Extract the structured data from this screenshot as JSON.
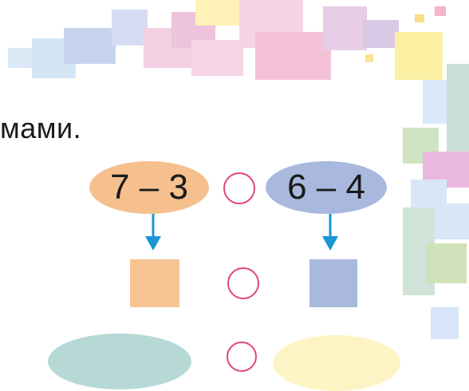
{
  "heading": {
    "text": "мами."
  },
  "row1": {
    "left_expression": "7 – 3",
    "right_expression": "6 – 4",
    "left_color": "#f5c08d",
    "right_color": "#a9b8dd"
  },
  "row2": {
    "left_square_color": "#f6c593",
    "right_square_color": "#a9b8dd"
  },
  "row3": {
    "left_oval_color": "#b6d9d6",
    "right_oval_color": "#fdf4c6"
  },
  "colors": {
    "arrow": "#1a96d4",
    "compare_circle": "#e0457a"
  },
  "icons": [
    "down-arrow-icon",
    "compare-circle-icon"
  ]
}
